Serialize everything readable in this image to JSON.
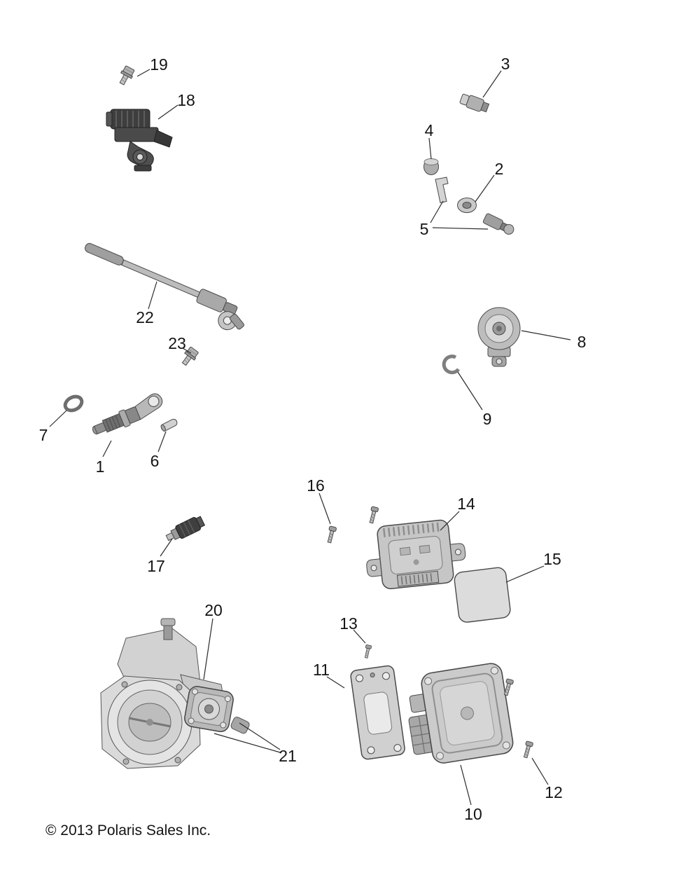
{
  "diagram": {
    "copyright": "© 2013 Polaris Sales Inc.",
    "callouts": {
      "c1": "1",
      "c2": "2",
      "c3": "3",
      "c4": "4",
      "c5": "5",
      "c6": "6",
      "c7": "7",
      "c8": "8",
      "c9": "9",
      "c10": "10",
      "c11": "11",
      "c12": "12",
      "c13": "13",
      "c14": "14",
      "c15": "15",
      "c16": "16",
      "c17": "17",
      "c18": "18",
      "c19": "19",
      "c20": "20",
      "c21": "21",
      "c22": "22",
      "c23": "23"
    },
    "colors": {
      "ink": "#141414",
      "part_fill_light": "#d8d8d8",
      "part_fill_dark": "#3e3e3e"
    }
  }
}
